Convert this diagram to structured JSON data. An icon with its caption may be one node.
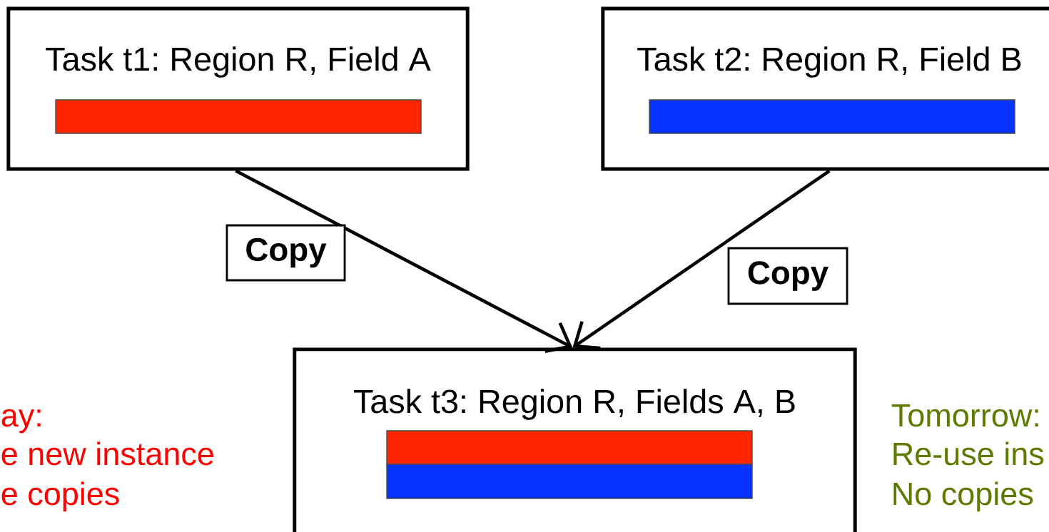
{
  "diagram": {
    "nodes": [
      {
        "text": [
          "Task t1: Region R, Field A"
        ]
      },
      {
        "text": [
          "Task t2: Region R, Field B"
        ]
      },
      {
        "text": [
          "Task t3: Region R, Fields A, B"
        ]
      }
    ],
    "edges": [
      {
        "from": 0,
        "to": 2,
        "arrow": "to",
        "label": "Copy"
      },
      {
        "from": 1,
        "to": 2,
        "arrow": "to",
        "label": "Copy"
      }
    ],
    "labels": [
      "ay:",
      "e new instance",
      "e copies",
      "Tomorrow:",
      "Re-use ins",
      "No copies"
    ]
  }
}
